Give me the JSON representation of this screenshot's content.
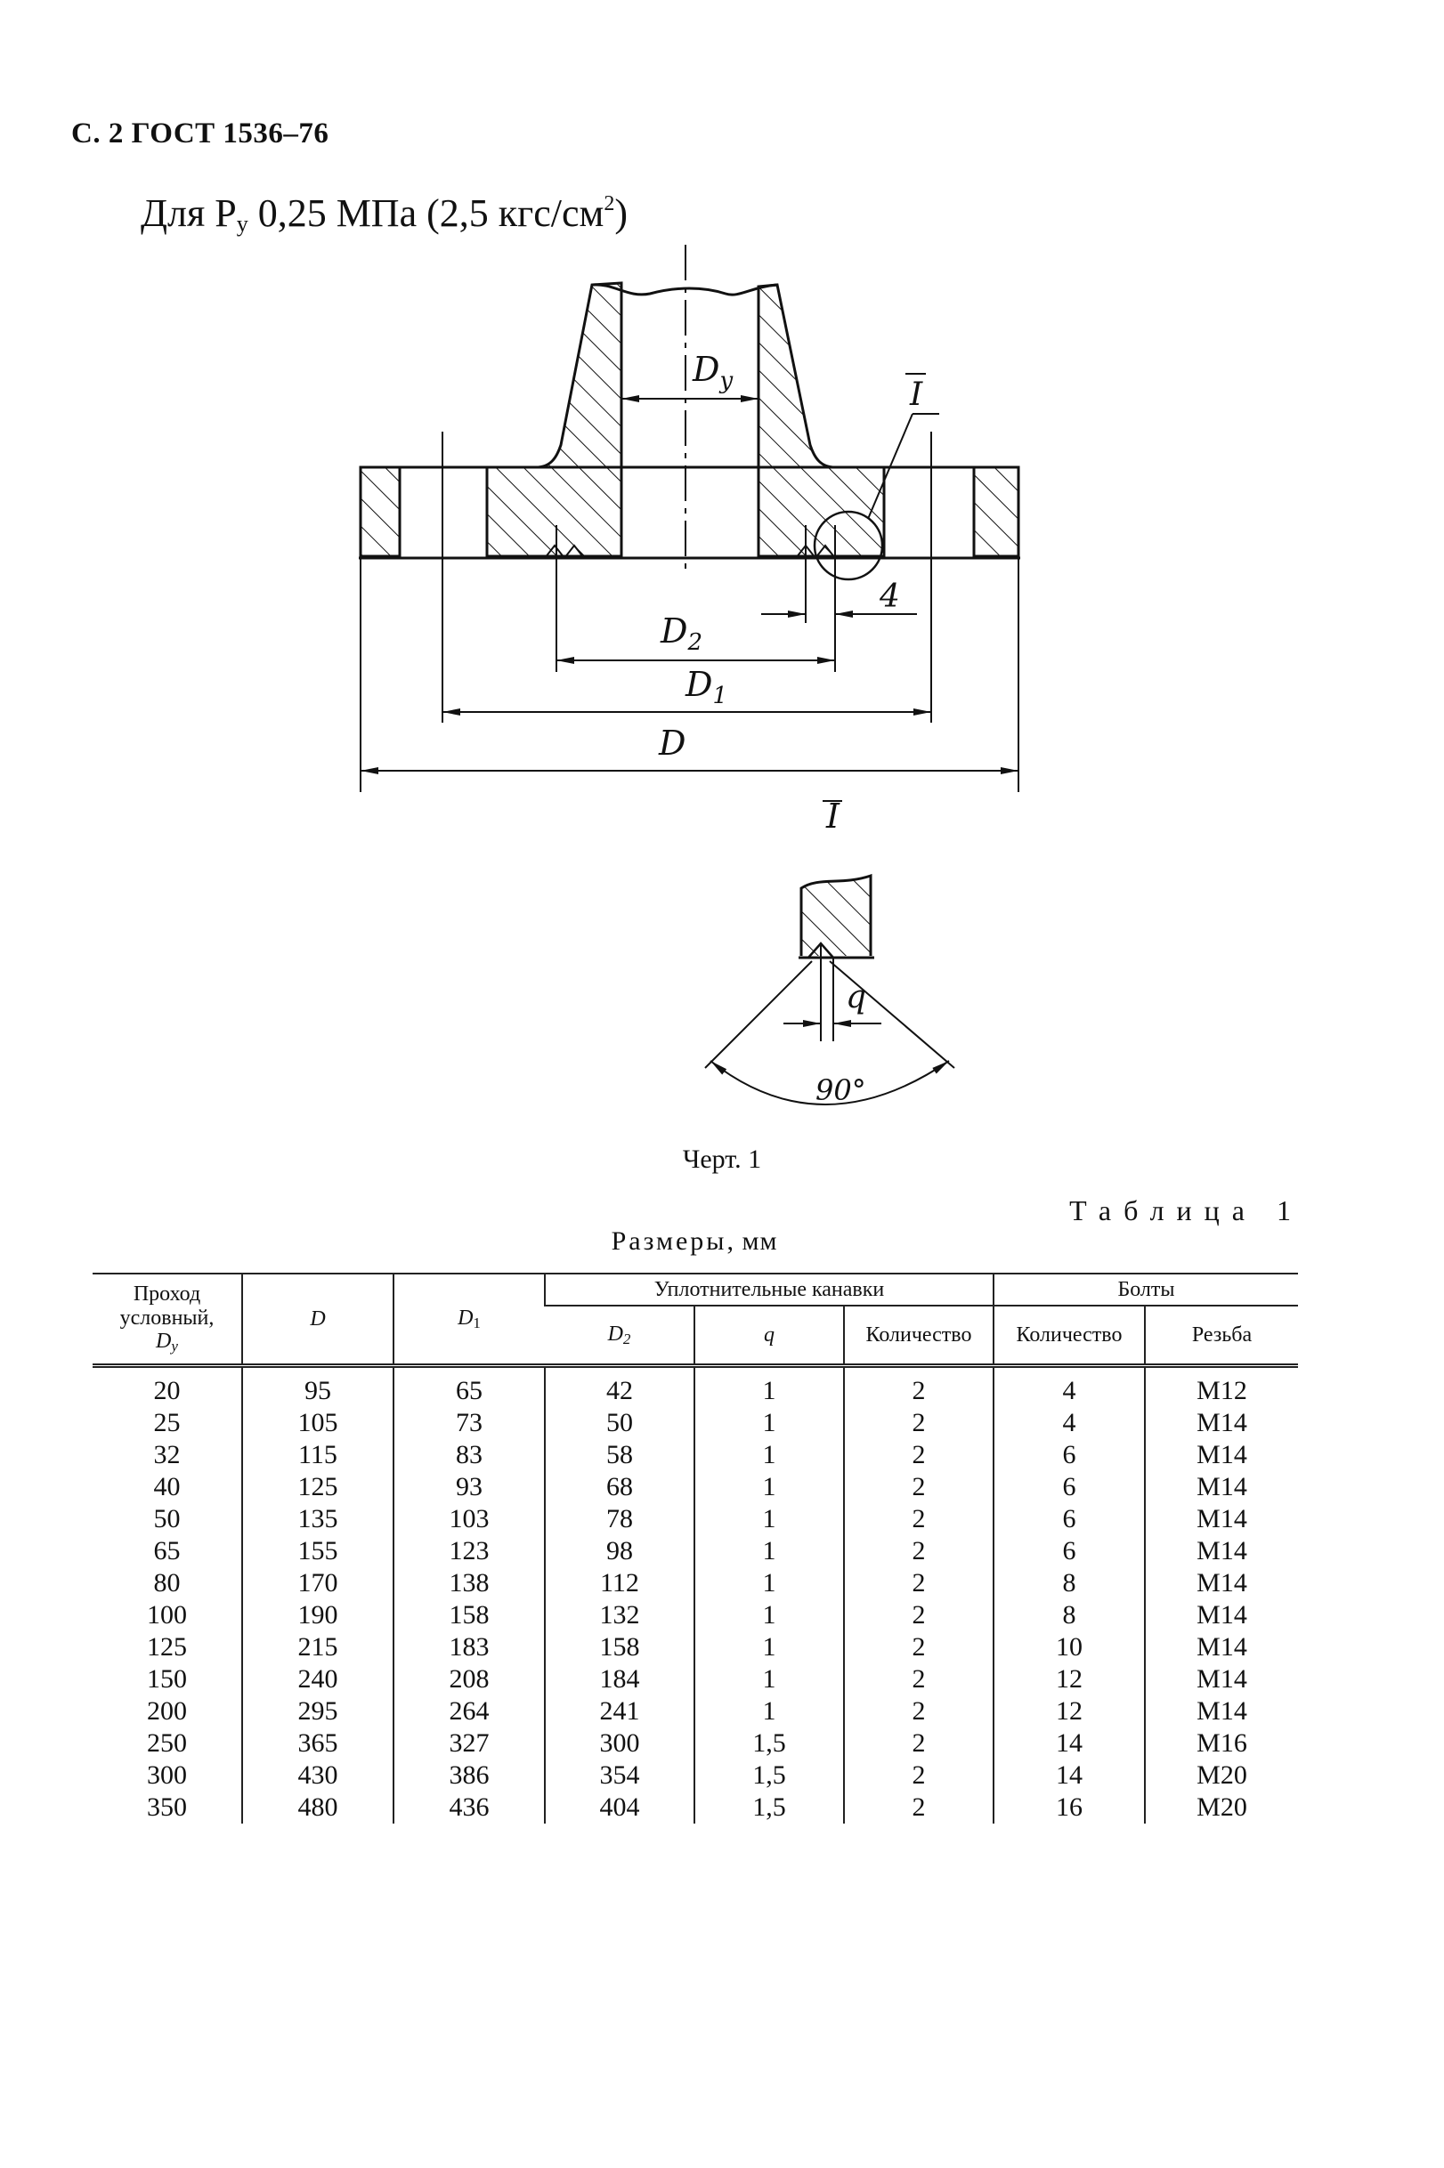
{
  "header": "С. 2 ГОСТ 1536–76",
  "subtitle": {
    "prefix": "Для P",
    "sub": "у",
    "middle": " 0,25 МПа (2,5 кгс/см",
    "sup": "2",
    "suffix": ")"
  },
  "drawing": {
    "labels": {
      "dy": "D",
      "dy_sub": "y",
      "d2": "D",
      "d2_sub": "2",
      "d1": "D",
      "d1_sub": "1",
      "d": "D",
      "four": "4",
      "detail_mark": "I",
      "detail_title": "I",
      "q": "q",
      "angle": "90°"
    }
  },
  "figure_caption": "Черт. 1",
  "table_label": "Таблица 1",
  "table_title": "Размеры",
  "table_unit": ", мм",
  "table": {
    "headers": {
      "passage_line1": "Проход",
      "passage_line2": "условный,",
      "passage_line3": "D",
      "passage_line3_sub": "y",
      "d": "D",
      "d1": "D",
      "d1_sub": "1",
      "grooves": "Уплотнительные канавки",
      "d2": "D",
      "d2_sub": "2",
      "q": "q",
      "groove_count": "Количество",
      "bolts": "Болты",
      "bolt_count": "Количество",
      "thread": "Резьба"
    },
    "rows": [
      [
        "20",
        "95",
        "65",
        "42",
        "1",
        "2",
        "4",
        "M12"
      ],
      [
        "25",
        "105",
        "73",
        "50",
        "1",
        "2",
        "4",
        "M14"
      ],
      [
        "32",
        "115",
        "83",
        "58",
        "1",
        "2",
        "6",
        "M14"
      ],
      [
        "40",
        "125",
        "93",
        "68",
        "1",
        "2",
        "6",
        "M14"
      ],
      [
        "50",
        "135",
        "103",
        "78",
        "1",
        "2",
        "6",
        "M14"
      ],
      [
        "65",
        "155",
        "123",
        "98",
        "1",
        "2",
        "6",
        "M14"
      ],
      [
        "80",
        "170",
        "138",
        "112",
        "1",
        "2",
        "8",
        "M14"
      ],
      [
        "100",
        "190",
        "158",
        "132",
        "1",
        "2",
        "8",
        "M14"
      ],
      [
        "125",
        "215",
        "183",
        "158",
        "1",
        "2",
        "10",
        "M14"
      ],
      [
        "150",
        "240",
        "208",
        "184",
        "1",
        "2",
        "12",
        "M14"
      ],
      [
        "200",
        "295",
        "264",
        "241",
        "1",
        "2",
        "12",
        "M14"
      ],
      [
        "250",
        "365",
        "327",
        "300",
        "1,5",
        "2",
        "14",
        "M16"
      ],
      [
        "300",
        "430",
        "386",
        "354",
        "1,5",
        "2",
        "14",
        "M20"
      ],
      [
        "350",
        "480",
        "436",
        "404",
        "1,5",
        "2",
        "16",
        "M20"
      ]
    ]
  }
}
